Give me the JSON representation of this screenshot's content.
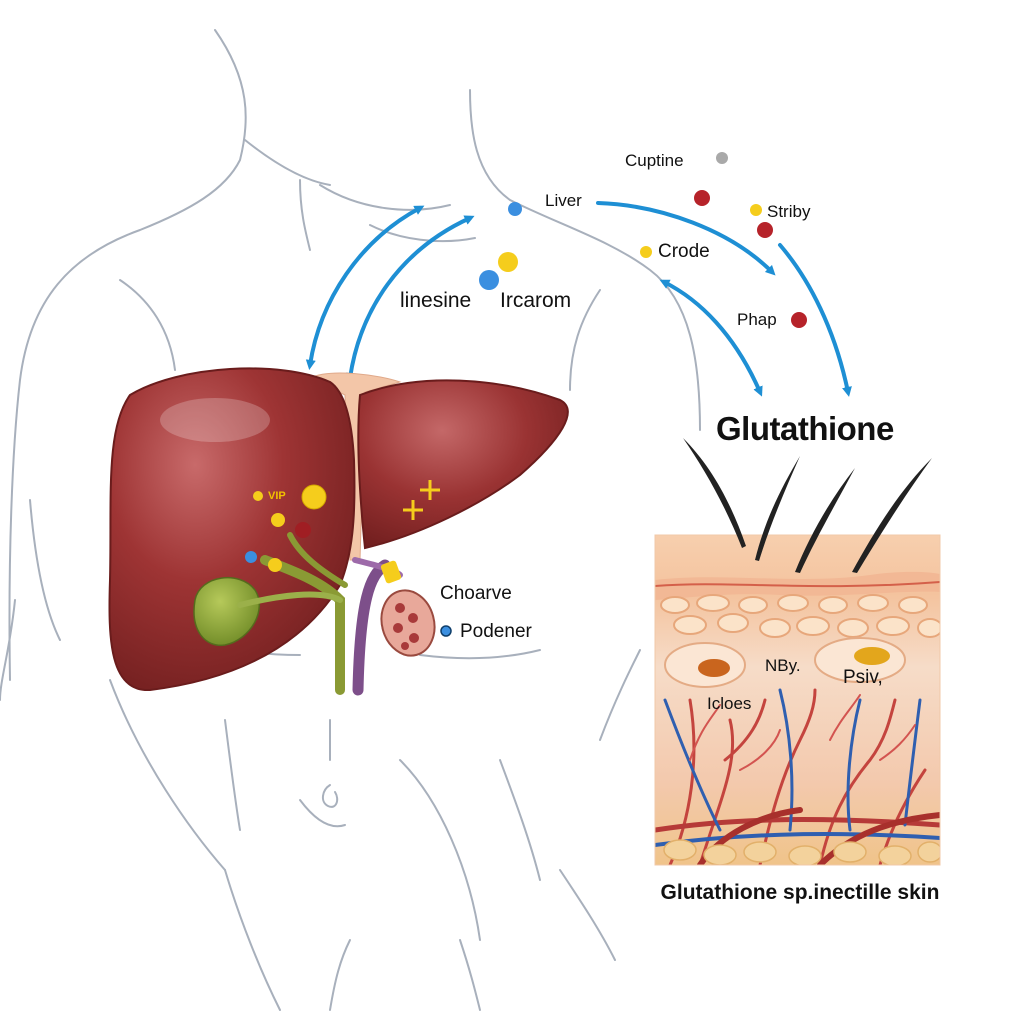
{
  "labels": {
    "cuptine": "Cuptine",
    "liver": "Liver",
    "striby": "Striby",
    "crode": "Crode",
    "linesine": "linesine",
    "trcarom": "Ircarom",
    "phap": "Phap",
    "vip": "VIP",
    "choarve": "Choarve",
    "podener": "Podener",
    "nby": "NBy.",
    "psiv": "Psiv,",
    "icloes": "Icloes"
  },
  "title": "Glutathione",
  "caption": "Glutathione sp.inectille skin",
  "colors": {
    "arrow": "#1e8fd4",
    "liver": "#8e2a2a",
    "gallbladder": "#8ba43a",
    "skin_top": "#f6c7a6",
    "molecule_yellow": "#f5cd1c",
    "molecule_red": "#b6232a",
    "molecule_blue": "#3b8fe0",
    "molecule_gray": "#a9a9a9"
  }
}
